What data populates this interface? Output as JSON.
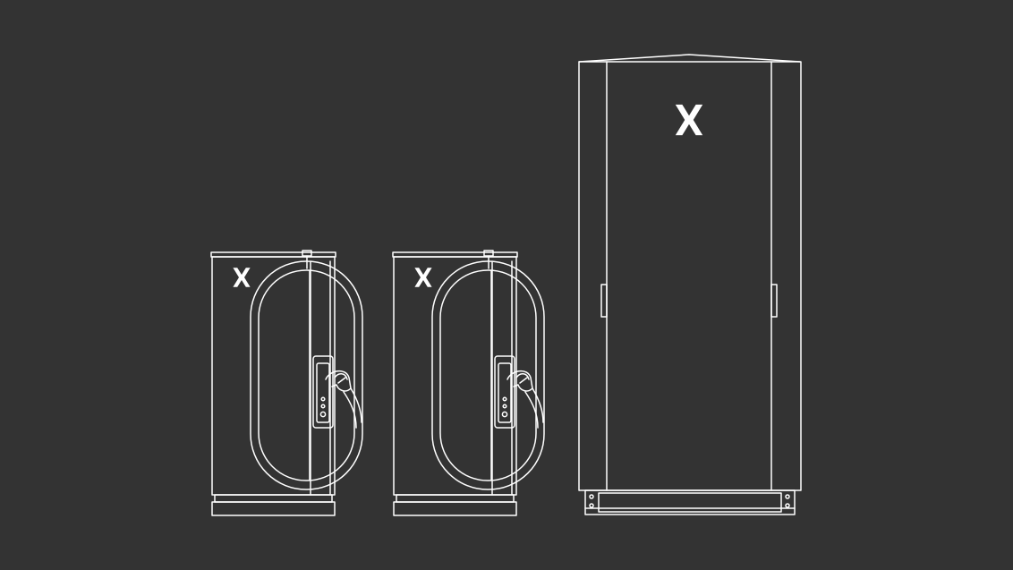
{
  "colors": {
    "background": "#333333",
    "stroke": "#ffffff",
    "logo": "#ffffff"
  },
  "diagram": {
    "nodes": [
      {
        "id": "charger-1",
        "kind": "ev-charger-with-cable",
        "logo": "x-logo-icon"
      },
      {
        "id": "charger-2",
        "kind": "ev-charger-with-cable",
        "logo": "x-logo-icon"
      },
      {
        "id": "power-cabinet",
        "kind": "power-cabinet",
        "logo": "x-logo-icon"
      }
    ]
  }
}
